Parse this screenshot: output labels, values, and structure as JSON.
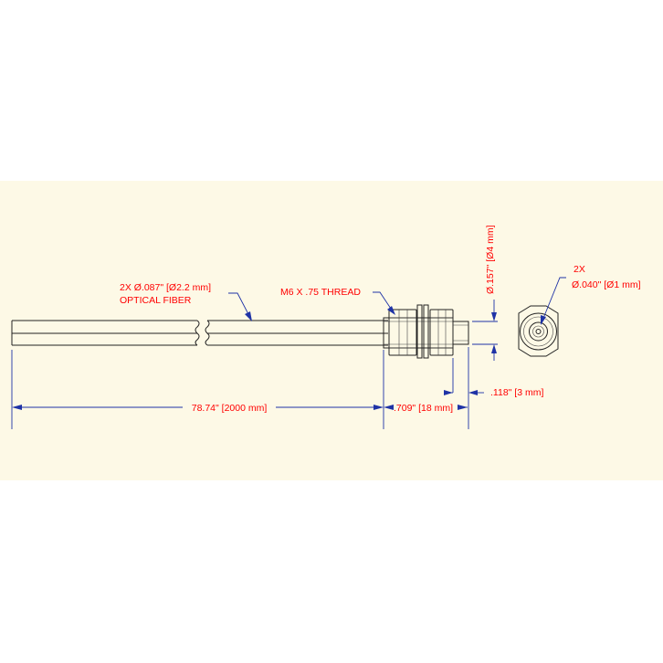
{
  "labels": {
    "fiber_line1": "2X Ø.087\" [Ø2.2 mm]",
    "fiber_line2": "OPTICAL FIBER",
    "thread": "M6 X .75 THREAD",
    "tip_diameter": "Ø.157\" [Ø4 mm]",
    "core_line1": "2X",
    "core_line2": "Ø.040\" [Ø1 mm]",
    "length": "78.74\" [2000 mm]",
    "thread_length": ".709\" [18 mm]",
    "tip_length": ".118\" [3 mm]"
  },
  "colors": {
    "sheet": "#fdf9e6",
    "label": "#ff0000",
    "dimension": "#1f33a6",
    "object": "#222222"
  }
}
